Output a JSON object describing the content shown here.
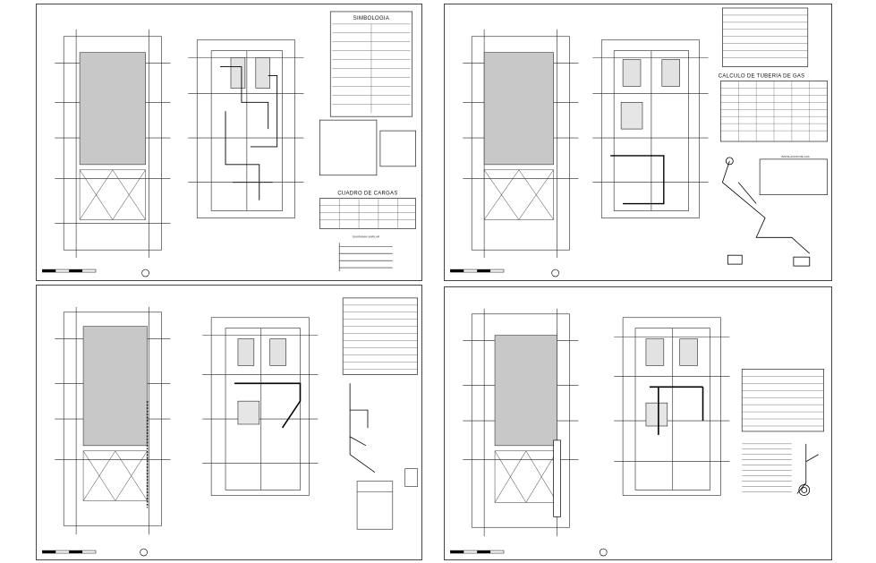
{
  "sheets": [
    {
      "id": "tl",
      "titles": [
        "SIMBOLOGIA",
        "CUADRO DE CARGAS",
        "DIAGRAMA UNIFILAR"
      ]
    },
    {
      "id": "tr",
      "titles": [
        "CALCULO DE TUBERIA DE GAS",
        "INSTALACION DE GAS"
      ]
    },
    {
      "id": "bl",
      "titles": []
    },
    {
      "id": "br",
      "titles": []
    }
  ]
}
